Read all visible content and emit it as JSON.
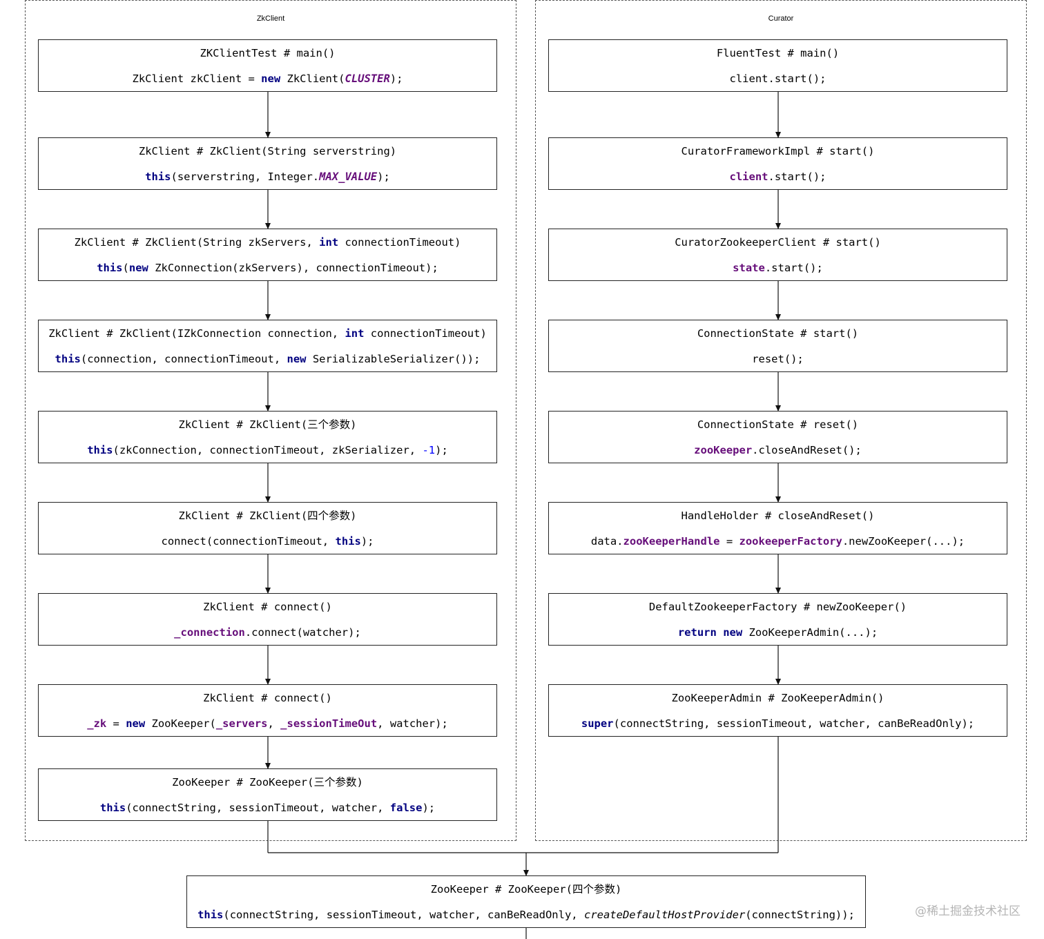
{
  "groups": {
    "left_title": "ZkClient",
    "right_title": "Curator"
  },
  "left_boxes": [
    {
      "line1": [
        {
          "t": "ZKClientTest # main()"
        }
      ],
      "line2": [
        {
          "t": "ZkClient zkClient = "
        },
        {
          "t": "new",
          "s": "kw"
        },
        {
          "t": " ZkClient("
        },
        {
          "t": "CLUSTER",
          "s": "st"
        },
        {
          "t": ");"
        }
      ]
    },
    {
      "line1": [
        {
          "t": "ZkClient # ZkClient(String serverstring)"
        }
      ],
      "line2": [
        {
          "t": "this",
          "s": "kw"
        },
        {
          "t": "(serverstring, Integer."
        },
        {
          "t": "MAX_VALUE",
          "s": "st"
        },
        {
          "t": ");"
        }
      ]
    },
    {
      "line1": [
        {
          "t": "ZkClient # ZkClient(String zkServers, "
        },
        {
          "t": "int",
          "s": "kw"
        },
        {
          "t": " connectionTimeout)"
        }
      ],
      "line2": [
        {
          "t": "this",
          "s": "kw"
        },
        {
          "t": "("
        },
        {
          "t": "new",
          "s": "kw"
        },
        {
          "t": " ZkConnection(zkServers), connectionTimeout);"
        }
      ]
    },
    {
      "line1": [
        {
          "t": "ZkClient # ZkClient(IZkConnection connection, "
        },
        {
          "t": "int",
          "s": "kw"
        },
        {
          "t": " connectionTimeout)"
        }
      ],
      "line2": [
        {
          "t": "this",
          "s": "kw"
        },
        {
          "t": "(connection, connectionTimeout, "
        },
        {
          "t": "new",
          "s": "kw"
        },
        {
          "t": " SerializableSerializer());"
        }
      ]
    },
    {
      "line1": [
        {
          "t": "ZkClient # ZkClient(三个参数)"
        }
      ],
      "line2": [
        {
          "t": "this",
          "s": "kw"
        },
        {
          "t": "(zkConnection, connectionTimeout, zkSerializer, "
        },
        {
          "t": "-1",
          "s": "num"
        },
        {
          "t": ");"
        }
      ]
    },
    {
      "line1": [
        {
          "t": "ZkClient # ZkClient(四个参数)"
        }
      ],
      "line2": [
        {
          "t": "connect(connectionTimeout, "
        },
        {
          "t": "this",
          "s": "kw"
        },
        {
          "t": ");"
        }
      ]
    },
    {
      "line1": [
        {
          "t": "ZkClient # connect()"
        }
      ],
      "line2": [
        {
          "t": "_connection",
          "s": "fld"
        },
        {
          "t": ".connect(watcher);"
        }
      ]
    },
    {
      "line1": [
        {
          "t": "ZkClient # connect()"
        }
      ],
      "line2": [
        {
          "t": "_zk",
          "s": "fld"
        },
        {
          "t": " = "
        },
        {
          "t": "new",
          "s": "kw"
        },
        {
          "t": " ZooKeeper("
        },
        {
          "t": "_servers",
          "s": "fld"
        },
        {
          "t": ", "
        },
        {
          "t": "_sessionTimeOut",
          "s": "fld"
        },
        {
          "t": ", watcher);"
        }
      ]
    },
    {
      "line1": [
        {
          "t": "ZooKeeper # ZooKeeper(三个参数)"
        }
      ],
      "line2": [
        {
          "t": "this",
          "s": "kw"
        },
        {
          "t": "(connectString, sessionTimeout, watcher, "
        },
        {
          "t": "false",
          "s": "kw"
        },
        {
          "t": ");"
        }
      ]
    }
  ],
  "right_boxes": [
    {
      "line1": [
        {
          "t": "FluentTest # main()"
        }
      ],
      "line2": [
        {
          "t": "client.start();"
        }
      ]
    },
    {
      "line1": [
        {
          "t": "CuratorFrameworkImpl # start()"
        }
      ],
      "line2": [
        {
          "t": "client",
          "s": "fld"
        },
        {
          "t": ".start();"
        }
      ]
    },
    {
      "line1": [
        {
          "t": "CuratorZookeeperClient # start()"
        }
      ],
      "line2": [
        {
          "t": "state",
          "s": "fld"
        },
        {
          "t": ".start();"
        }
      ]
    },
    {
      "line1": [
        {
          "t": "ConnectionState # start()"
        }
      ],
      "line2": [
        {
          "t": "reset();"
        }
      ]
    },
    {
      "line1": [
        {
          "t": "ConnectionState # reset()"
        }
      ],
      "line2": [
        {
          "t": "zooKeeper",
          "s": "fld"
        },
        {
          "t": ".closeAndReset();"
        }
      ]
    },
    {
      "line1": [
        {
          "t": "HandleHolder # closeAndReset()"
        }
      ],
      "line2": [
        {
          "t": "data."
        },
        {
          "t": "zooKeeperHandle",
          "s": "fld"
        },
        {
          "t": " = "
        },
        {
          "t": "zookeeperFactory",
          "s": "fld"
        },
        {
          "t": ".newZooKeeper(...);"
        }
      ]
    },
    {
      "line1": [
        {
          "t": "DefaultZookeeperFactory # newZooKeeper()"
        }
      ],
      "line2": [
        {
          "t": "return",
          "s": "kw"
        },
        {
          "t": " "
        },
        {
          "t": "new",
          "s": "kw"
        },
        {
          "t": " ZooKeeperAdmin(...);"
        }
      ]
    },
    {
      "line1": [
        {
          "t": "ZooKeeperAdmin # ZooKeeperAdmin()"
        }
      ],
      "line2": [
        {
          "t": "super",
          "s": "kw"
        },
        {
          "t": "(connectString, sessionTimeout, watcher, canBeReadOnly);"
        }
      ]
    }
  ],
  "bottom_box": {
    "line1": [
      {
        "t": "ZooKeeper # ZooKeeper(四个参数)"
      }
    ],
    "line2": [
      {
        "t": "this",
        "s": "kw"
      },
      {
        "t": "(connectString, sessionTimeout, watcher, canBeReadOnly, "
      },
      {
        "t": "createDefaultHostProvider",
        "s": "it"
      },
      {
        "t": "(connectString));"
      }
    ]
  },
  "watermark": "@稀土掘金技术社区"
}
